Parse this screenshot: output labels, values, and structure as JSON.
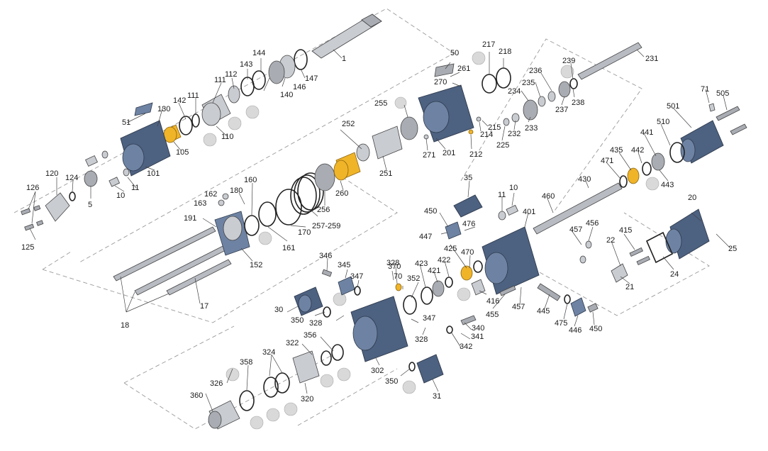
{
  "colors": {
    "housing_blue": "#4d6180",
    "bushing_gold": "#f0b429",
    "steel_grey": "#c9ccd1"
  },
  "labels": [
    "1",
    "5",
    "10",
    "10",
    "11",
    "11",
    "17",
    "18",
    "20",
    "21",
    "22",
    "24",
    "25",
    "30",
    "31",
    "35",
    "50",
    "51",
    "70",
    "71",
    "101",
    "105",
    "110",
    "111",
    "111",
    "112",
    "120",
    "124",
    "125",
    "126",
    "130",
    "140",
    "142",
    "143",
    "144",
    "146",
    "147",
    "152",
    "160",
    "161",
    "162",
    "163",
    "170",
    "180",
    "191",
    "201",
    "212",
    "214",
    "215",
    "217",
    "218",
    "225",
    "231",
    "232",
    "233",
    "234",
    "235",
    "236",
    "237",
    "238",
    "239",
    "251",
    "252",
    "255",
    "256",
    "257-259",
    "260",
    "261",
    "270",
    "271",
    "302",
    "320",
    "322",
    "324",
    "326",
    "328",
    "328",
    "328",
    "340",
    "341",
    "342",
    "345",
    "346",
    "347",
    "347",
    "350",
    "350",
    "352",
    "356",
    "358",
    "360",
    "370",
    "401",
    "415",
    "416",
    "421",
    "422",
    "423",
    "425",
    "430",
    "435",
    "441",
    "442",
    "443",
    "445",
    "446",
    "447",
    "450",
    "450",
    "455",
    "456",
    "457",
    "457",
    "460",
    "470",
    "471",
    "475",
    "476",
    "501",
    "505",
    "510"
  ]
}
